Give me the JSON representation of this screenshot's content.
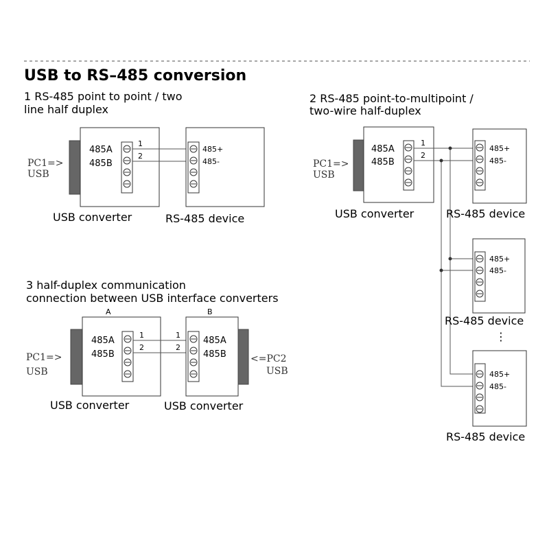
{
  "title": "USB to RS–485 conversion",
  "section1": {
    "heading_line1": "1 RS-485 point to point / two",
    "heading_line2": "line half duplex",
    "pc_label_line1": "PC1=>",
    "pc_label_line2": "USB",
    "converter_pin_a": "485A",
    "converter_pin_b": "485B",
    "device_pin_plus": "485+",
    "device_pin_minus": "485-",
    "wire1": "1",
    "wire2": "2",
    "converter_caption": "USB converter",
    "device_caption": "RS-485 device"
  },
  "section2": {
    "heading_line1": "2 RS-485 point-to-multipoint /",
    "heading_line2": "two-wire half-duplex",
    "pc_label_line1": "PC1=>",
    "pc_label_line2": "USB",
    "converter_pin_a": "485A",
    "converter_pin_b": "485B",
    "wire1": "1",
    "wire2": "2",
    "converter_caption": "USB converter",
    "ellipsis": "⋮",
    "devices": [
      {
        "pin_plus": "485+",
        "pin_minus": "485-",
        "caption": "RS-485 device"
      },
      {
        "pin_plus": "485+",
        "pin_minus": "485-",
        "caption": "RS-485 device"
      },
      {
        "pin_plus": "485+",
        "pin_minus": "485-",
        "caption": "RS-485 device"
      }
    ]
  },
  "section3": {
    "heading_line1": "3 half-duplex communication",
    "heading_line2": "connection between USB interface converters",
    "label_a": "A",
    "label_b": "B",
    "pc1_line1": "PC1=>",
    "pc1_line2": "USB",
    "pc2_line1": "<=PC2",
    "pc2_line2": "USB",
    "a_pin_a": "485A",
    "a_pin_b": "485B",
    "b_pin_a": "485A",
    "b_pin_b": "485B",
    "a_wire1": "1",
    "a_wire2": "2",
    "b_wire1": "1",
    "b_wire2": "2",
    "a_caption": "USB converter",
    "b_caption": "USB converter"
  }
}
